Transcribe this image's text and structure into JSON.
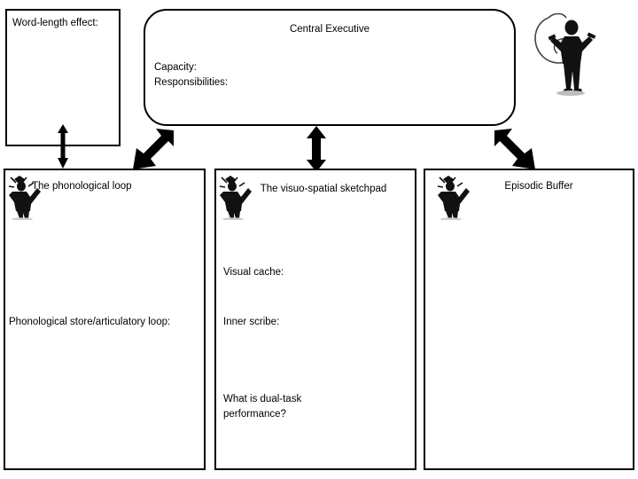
{
  "diagram": {
    "word_length": {
      "label": "Word-length effect:"
    },
    "central_executive": {
      "title": "Central Executive",
      "capacity": "Capacity:",
      "responsibilities": "Responsibilities:"
    },
    "phonological_loop": {
      "title": "The phonological loop",
      "store": "Phonological store/articulatory loop:"
    },
    "visuo_spatial": {
      "title": "The visuo-spatial sketchpad",
      "visual_cache": "Visual cache:",
      "inner_scribe": "Inner scribe:",
      "dual_task": "What is dual-task\nperformance?"
    },
    "episodic_buffer": {
      "title": "Episodic Buffer"
    },
    "icons": {
      "arrow_down": "arrow-down-icon",
      "arrow_diagonal_left": "arrow-diagonal-down-left-icon",
      "arrow_diagonal_right": "arrow-diagonal-down-right-icon",
      "executive_figure": "businessman-silhouette-icon",
      "worker_figure": "worker-silhouette-icon"
    },
    "colors": {
      "outline": "#000000",
      "background": "#ffffff",
      "arrow_fill": "#000000"
    }
  }
}
